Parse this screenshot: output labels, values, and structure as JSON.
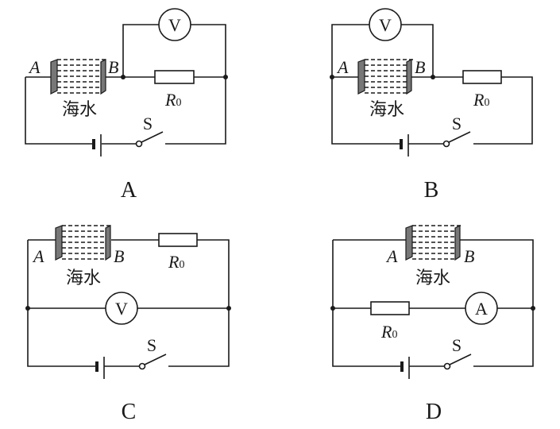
{
  "figure": {
    "diagrams": [
      {
        "option": "A",
        "meter_label": "V",
        "terminal_a": "A",
        "terminal_b": "B",
        "resistor_label": "R",
        "resistor_sub": "0",
        "seawater_label": "海水",
        "switch_label": "S"
      },
      {
        "option": "B",
        "meter_label": "V",
        "terminal_a": "A",
        "terminal_b": "B",
        "resistor_label": "R",
        "resistor_sub": "0",
        "seawater_label": "海水",
        "switch_label": "S"
      },
      {
        "option": "C",
        "meter_label": "V",
        "terminal_a": "A",
        "terminal_b": "B",
        "resistor_label": "R",
        "resistor_sub": "0",
        "seawater_label": "海水",
        "switch_label": "S"
      },
      {
        "option": "D",
        "meter_label": "A",
        "terminal_a": "A",
        "terminal_b": "B",
        "resistor_label": "R",
        "resistor_sub": "0",
        "seawater_label": "海水",
        "switch_label": "S"
      }
    ]
  }
}
